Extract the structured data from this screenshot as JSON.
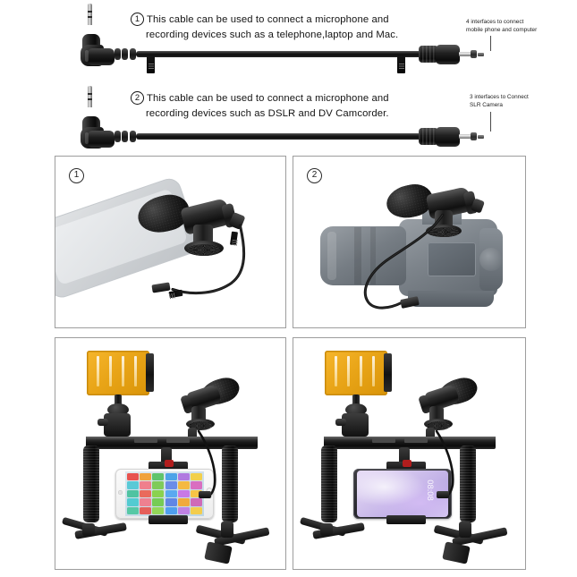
{
  "document": {
    "type": "product-infographic",
    "title": "Microphone cable compatibility and rig usage diagram",
    "background_color": "#ffffff",
    "panel_border_color": "#9d9d9d"
  },
  "cables": [
    {
      "index": "1",
      "badge": "1",
      "description_line1": "This cable can be used to connect a microphone and",
      "description_line2": "recording devices such as a telephone,laptop and Mac.",
      "annotation_line1": "4 interfaces to connect",
      "annotation_line2": "mobile phone and computer",
      "left_connector": "right-angle-3.5mm-trs-plug",
      "right_connector": "straight-3.5mm-trrs-plug"
    },
    {
      "index": "2",
      "badge": "2",
      "description_line1": "This cable can be used to connect a microphone and",
      "description_line2": "recording devices such as DSLR and DV Camcorder.",
      "annotation_line1": "3 interfaces to Connect",
      "annotation_line2": "SLR Camera",
      "left_connector": "right-angle-3.5mm-trs-plug",
      "right_connector": "straight-3.5mm-trs-plug"
    }
  ],
  "panels": [
    {
      "id": "panel-phone-mic",
      "badge": "1",
      "scene": "shotgun microphone connected by coiled cable to a smartphone",
      "devices": [
        "shotgun-microphone",
        "smartphone-silhouette"
      ]
    },
    {
      "id": "panel-dslr-mic",
      "badge": "2",
      "scene": "shotgun microphone mounted on the hot shoe of a DSLR camera",
      "devices": [
        "shotgun-microphone",
        "dslr-camera-silhouette"
      ]
    },
    {
      "id": "panel-rig-iphone",
      "badge": "",
      "scene": "handheld video rig with LED light, microphone and white iPhone in landscape on a tripod",
      "devices": [
        "video-rig",
        "led-video-light",
        "shotgun-microphone",
        "white-smartphone",
        "tabletop-tripod"
      ],
      "phone_screen": "ios-app-grid",
      "led_color": "#e9a518"
    },
    {
      "id": "panel-rig-android",
      "badge": "",
      "scene": "handheld video rig with LED light, microphone and dark smartphone in landscape on a tripod",
      "devices": [
        "video-rig",
        "led-video-light",
        "shotgun-microphone",
        "dark-smartphone",
        "tabletop-tripod"
      ],
      "phone_screen": "purple-gradient-wallpaper",
      "phone_clock": "08:08",
      "led_color": "#e9a518"
    }
  ],
  "ios_icon_colors": [
    "#e8534f",
    "#f0a23b",
    "#5fc46b",
    "#4da3e8",
    "#b07ae0",
    "#f2d04b",
    "#59c9d6",
    "#ef7f8c",
    "#7fcb5a",
    "#6b8ce8",
    "#f4b942",
    "#d96fc0",
    "#4fc3a1",
    "#e96a5c",
    "#8ad24f",
    "#5aa9f0",
    "#c879e6",
    "#f6c445",
    "#53cbd1",
    "#ee8090",
    "#76cc55",
    "#6186e5",
    "#f0aa3c",
    "#cf6ab8",
    "#56c8a5",
    "#e55f5a",
    "#93d759",
    "#4f9fee",
    "#bf82e3",
    "#f3cd4d"
  ]
}
